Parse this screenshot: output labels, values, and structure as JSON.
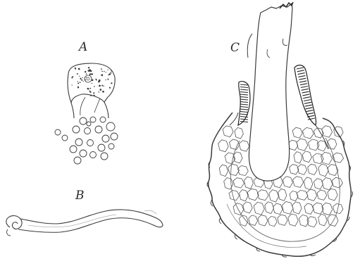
{
  "figure": {
    "labels": {
      "a": "A",
      "b": "B",
      "c": "C"
    },
    "ink_color": "#3a3a3a",
    "paper_color": "#ffffff"
  }
}
